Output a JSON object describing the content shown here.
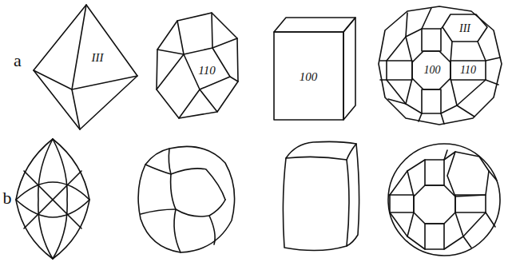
{
  "diagram": {
    "labels": [
      "a",
      "III",
      "110",
      "100",
      "III",
      "100",
      "110",
      "b"
    ]
  }
}
